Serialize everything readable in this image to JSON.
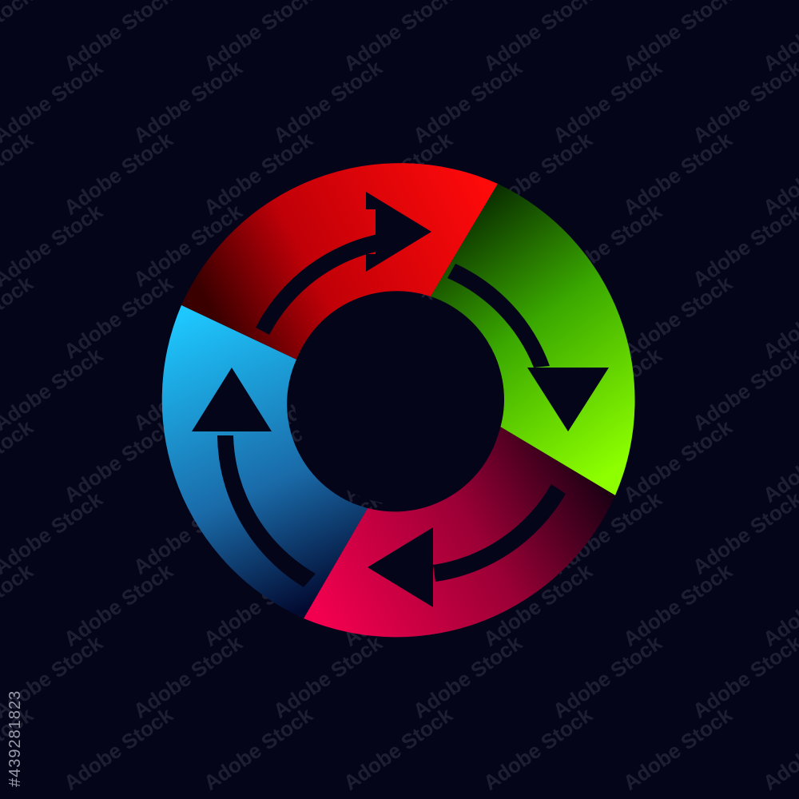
{
  "background_color": "#05051a",
  "watermark_text": "Adobe Stock",
  "stock_id": "#439281823",
  "cycle_segments": [
    {
      "name": "red-segment",
      "color_from": "#ff0a0a",
      "color_to": "#550000",
      "arrow": "right"
    },
    {
      "name": "green-segment",
      "color_from": "#8dff00",
      "color_to": "#0a3a00",
      "arrow": "down"
    },
    {
      "name": "crimson-segment",
      "color_from": "#e6004a",
      "color_to": "#1a0015",
      "arrow": "left"
    },
    {
      "name": "blue-segment",
      "color_from": "#1ec8ff",
      "color_to": "#020a30",
      "arrow": "up"
    }
  ]
}
